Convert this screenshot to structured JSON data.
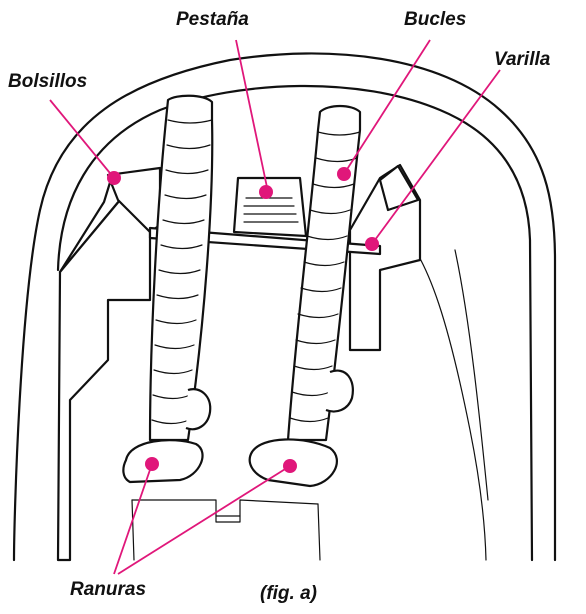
{
  "figure": {
    "caption": "(fig. a)",
    "accent_color": "#e0177a",
    "labels": {
      "pestana": "Pestaña",
      "bucles": "Bucles",
      "varilla": "Varilla",
      "bolsillos": "Bolsillos",
      "ranuras": "Ranuras"
    }
  }
}
